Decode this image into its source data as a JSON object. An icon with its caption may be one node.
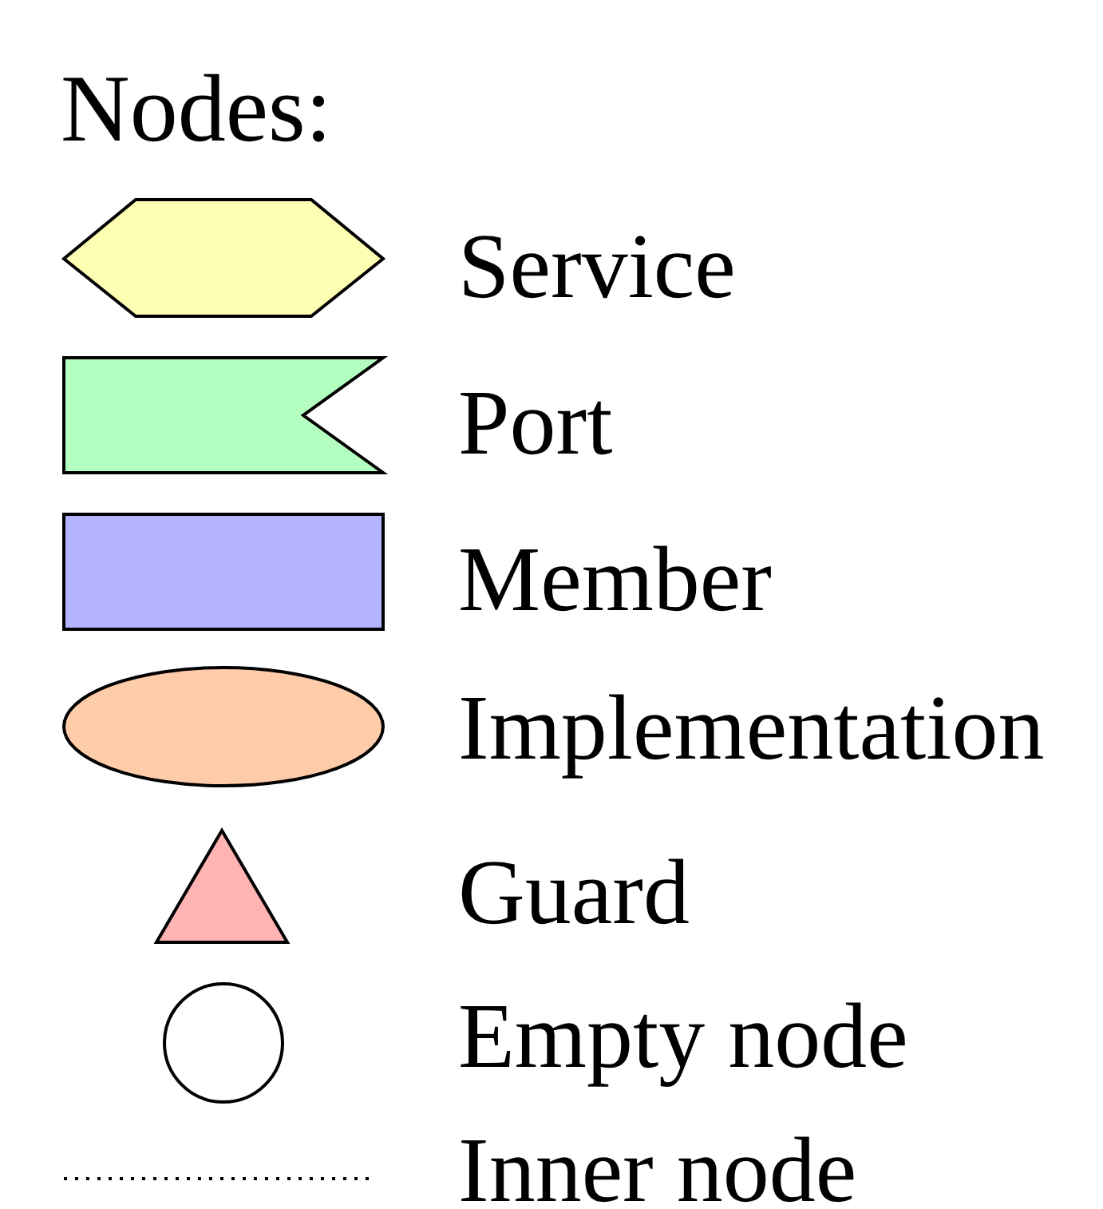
{
  "diagram": {
    "title": "Nodes:",
    "legend": [
      {
        "text": "Service"
      },
      {
        "text": "Port"
      },
      {
        "text": "Member"
      },
      {
        "text": "Implementation"
      },
      {
        "text": "Guard"
      },
      {
        "text": "Empty node"
      },
      {
        "text": "Inner node"
      }
    ]
  }
}
